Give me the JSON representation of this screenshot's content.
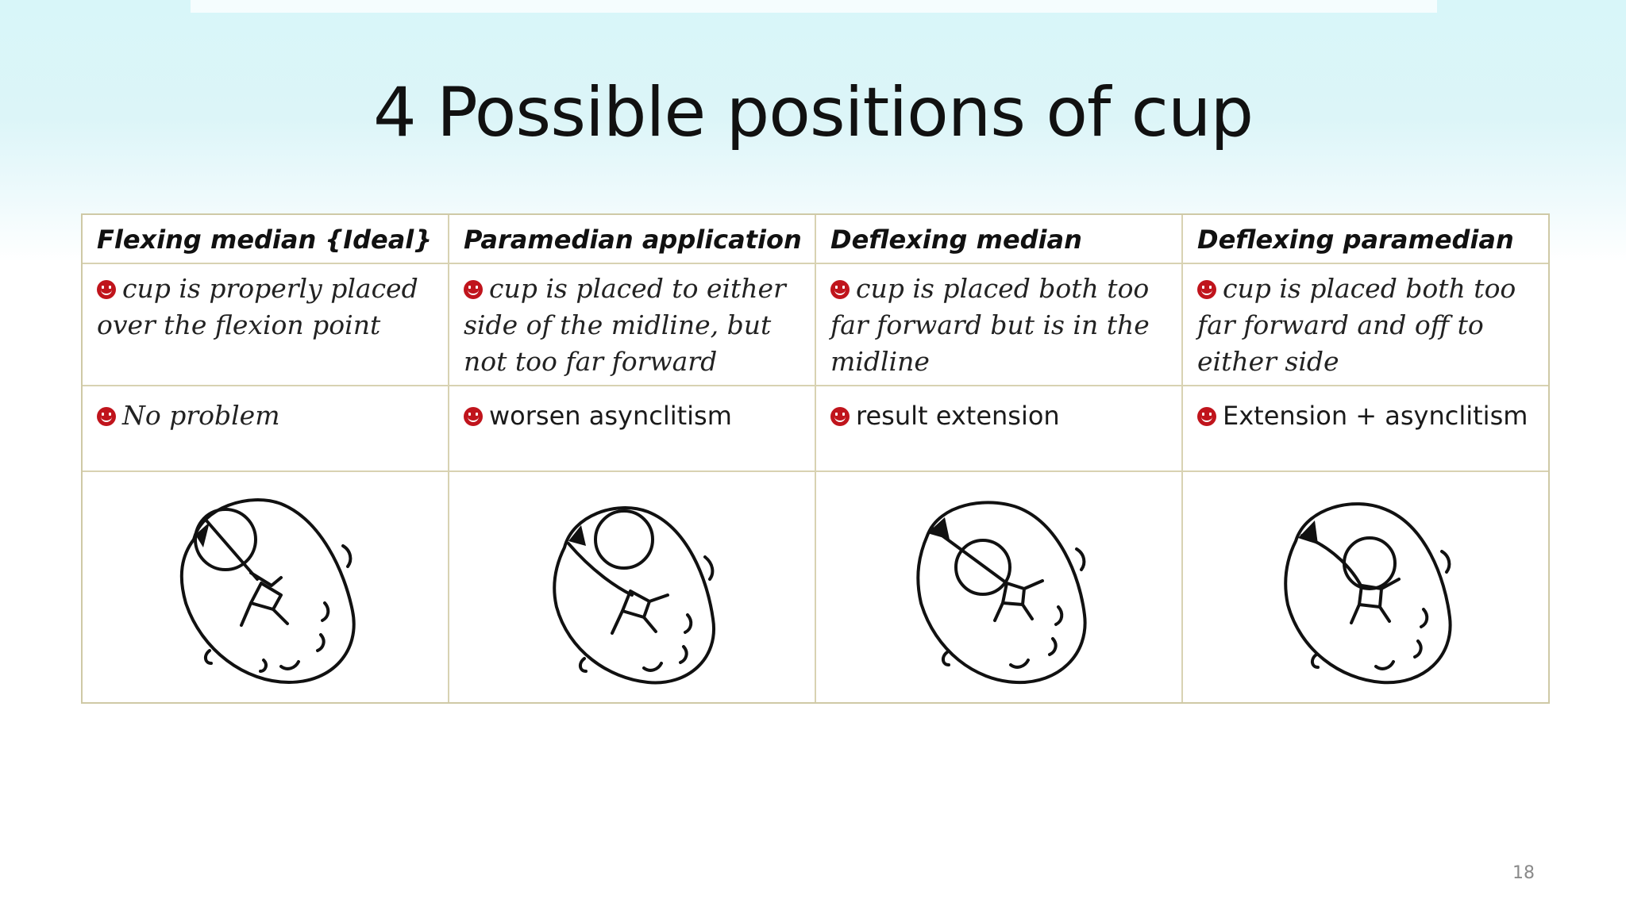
{
  "slide": {
    "title": "4 Possible positions of cup",
    "page_number": "18"
  },
  "table": {
    "headers": [
      "Flexing median {Ideal}",
      "Paramedian application",
      "Deflexing median",
      "Deflexing paramedian"
    ],
    "descriptions": [
      "cup is properly placed over the flexion point",
      "cup is placed to either side of the midline, but not too far forward",
      "cup is placed both too far forward but is in the midline",
      "cup is placed both too far forward and off to either side"
    ],
    "results": [
      "No problem",
      "worsen asynclitism",
      "result extension",
      "Extension + asynclitism"
    ]
  },
  "icons": {
    "bullet": "red-smiley-icon"
  },
  "colors": {
    "bullet": "#c0141c",
    "table_border": "#cfc9a6",
    "header_background": "#dcf5f8"
  }
}
